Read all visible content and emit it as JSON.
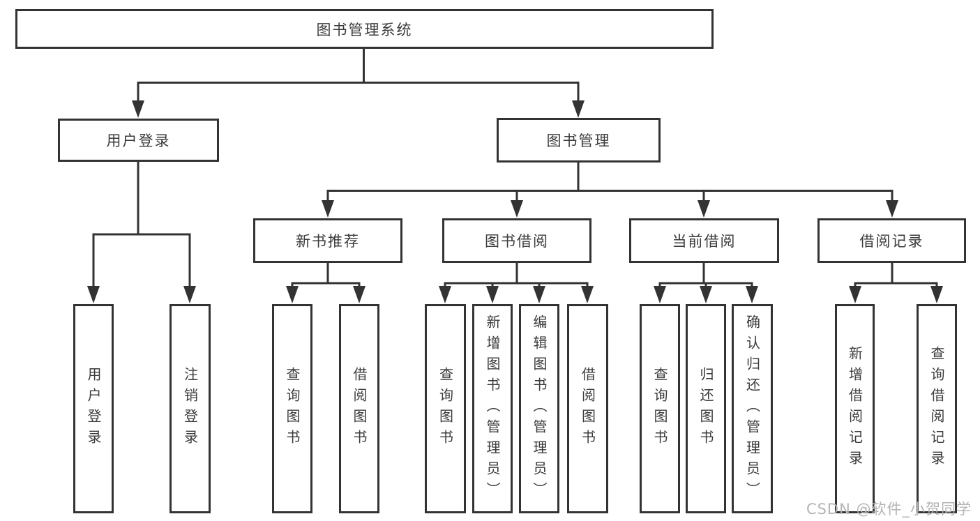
{
  "tree": {
    "root": {
      "label": "图书管理系统"
    },
    "branches": [
      {
        "label": "用户登录",
        "children": [
          {
            "label": "用户登录"
          },
          {
            "label": "注销登录"
          }
        ]
      },
      {
        "label": "图书管理",
        "groups": [
          {
            "label": "新书推荐",
            "children": [
              {
                "label": "查询图书"
              },
              {
                "label": "借阅图书"
              }
            ]
          },
          {
            "label": "图书借阅",
            "children": [
              {
                "label": "查询图书"
              },
              {
                "label": "新增图书（管理员）"
              },
              {
                "label": "编辑图书（管理员）"
              },
              {
                "label": "借阅图书"
              }
            ]
          },
          {
            "label": "当前借阅",
            "children": [
              {
                "label": "查询图书"
              },
              {
                "label": "归还图书"
              },
              {
                "label": "确认归还（管理员）"
              }
            ]
          },
          {
            "label": "借阅记录",
            "children": [
              {
                "label": "新增借阅记录"
              },
              {
                "label": "查询借阅记录"
              }
            ]
          }
        ]
      }
    ]
  },
  "watermark": {
    "text": "CSDN @软件_小贺同学"
  },
  "colors": {
    "line": "#333333",
    "text": "#3b3b3b",
    "watermark": "#b4b4b4",
    "background": "#ffffff"
  }
}
